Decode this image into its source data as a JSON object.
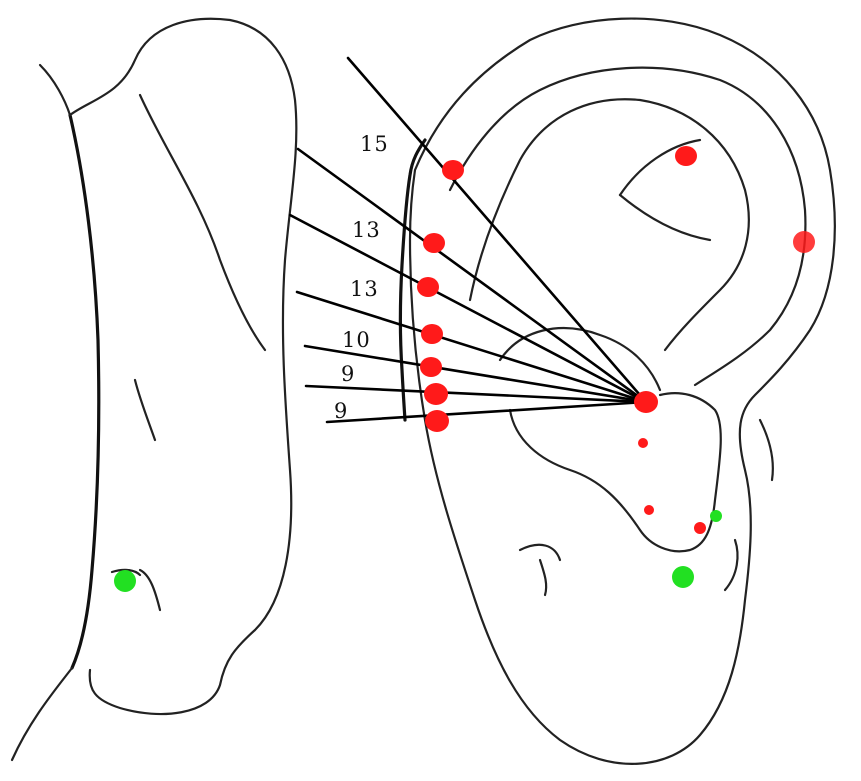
{
  "figure": {
    "labels": [
      "15",
      "13",
      "13",
      "10",
      "9",
      "9"
    ],
    "colors": {
      "line": "#000000",
      "point_red": "#ff1a1a",
      "point_green": "#22e022"
    }
  }
}
